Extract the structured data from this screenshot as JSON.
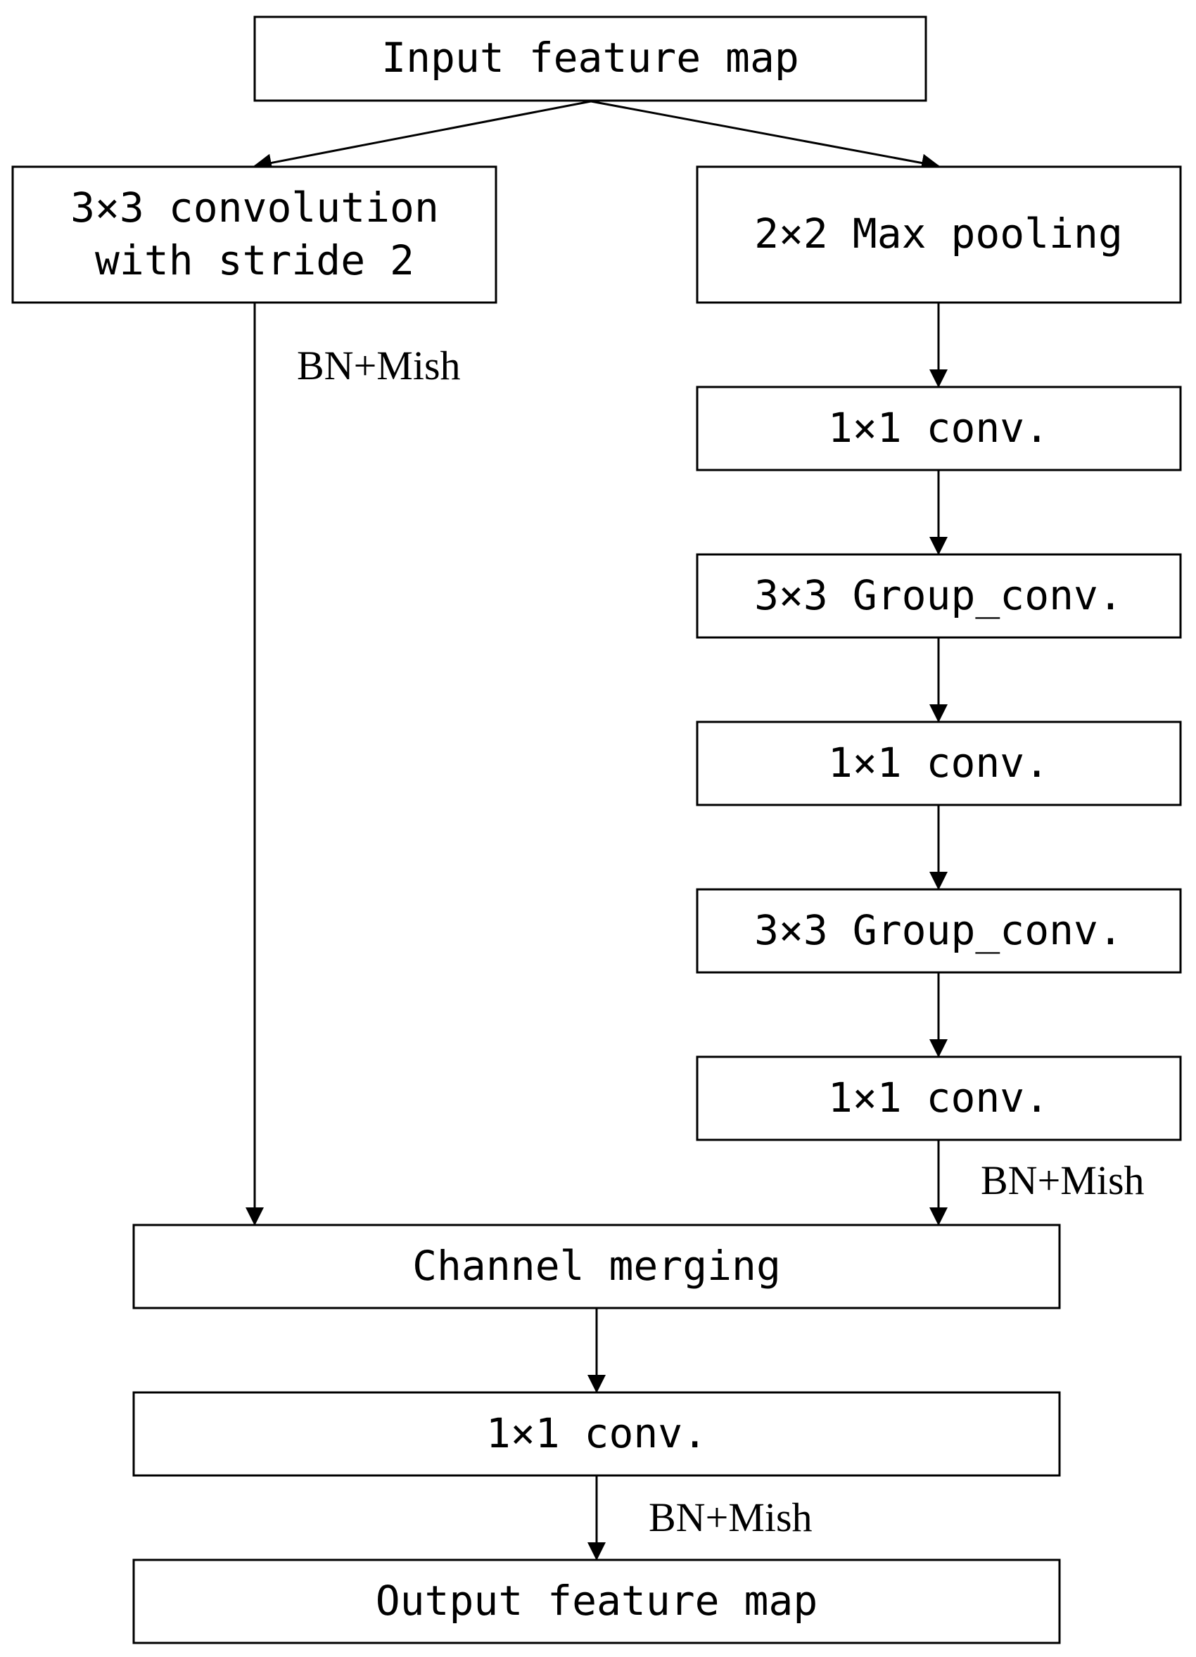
{
  "nodes": {
    "input": {
      "lines": [
        "Input feature map"
      ]
    },
    "conv3x3_stride2": {
      "lines": [
        "3×3 convolution",
        "with stride 2"
      ]
    },
    "maxpool": {
      "lines": [
        "2×2 Max pooling"
      ]
    },
    "conv1x1_a": {
      "lines": [
        "1×1 conv."
      ]
    },
    "groupconv_a": {
      "lines": [
        "3×3 Group_conv."
      ]
    },
    "conv1x1_b": {
      "lines": [
        "1×1 conv."
      ]
    },
    "groupconv_b": {
      "lines": [
        "3×3 Group_conv."
      ]
    },
    "conv1x1_c": {
      "lines": [
        "1×1 conv."
      ]
    },
    "merge": {
      "lines": [
        "Channel merging"
      ]
    },
    "conv1x1_out": {
      "lines": [
        "1×1 conv."
      ]
    },
    "output": {
      "lines": [
        "Output feature map"
      ]
    }
  },
  "edge_labels": {
    "left_branch": "BN+Mish",
    "right_branch": "BN+Mish",
    "final": "BN+Mish"
  }
}
